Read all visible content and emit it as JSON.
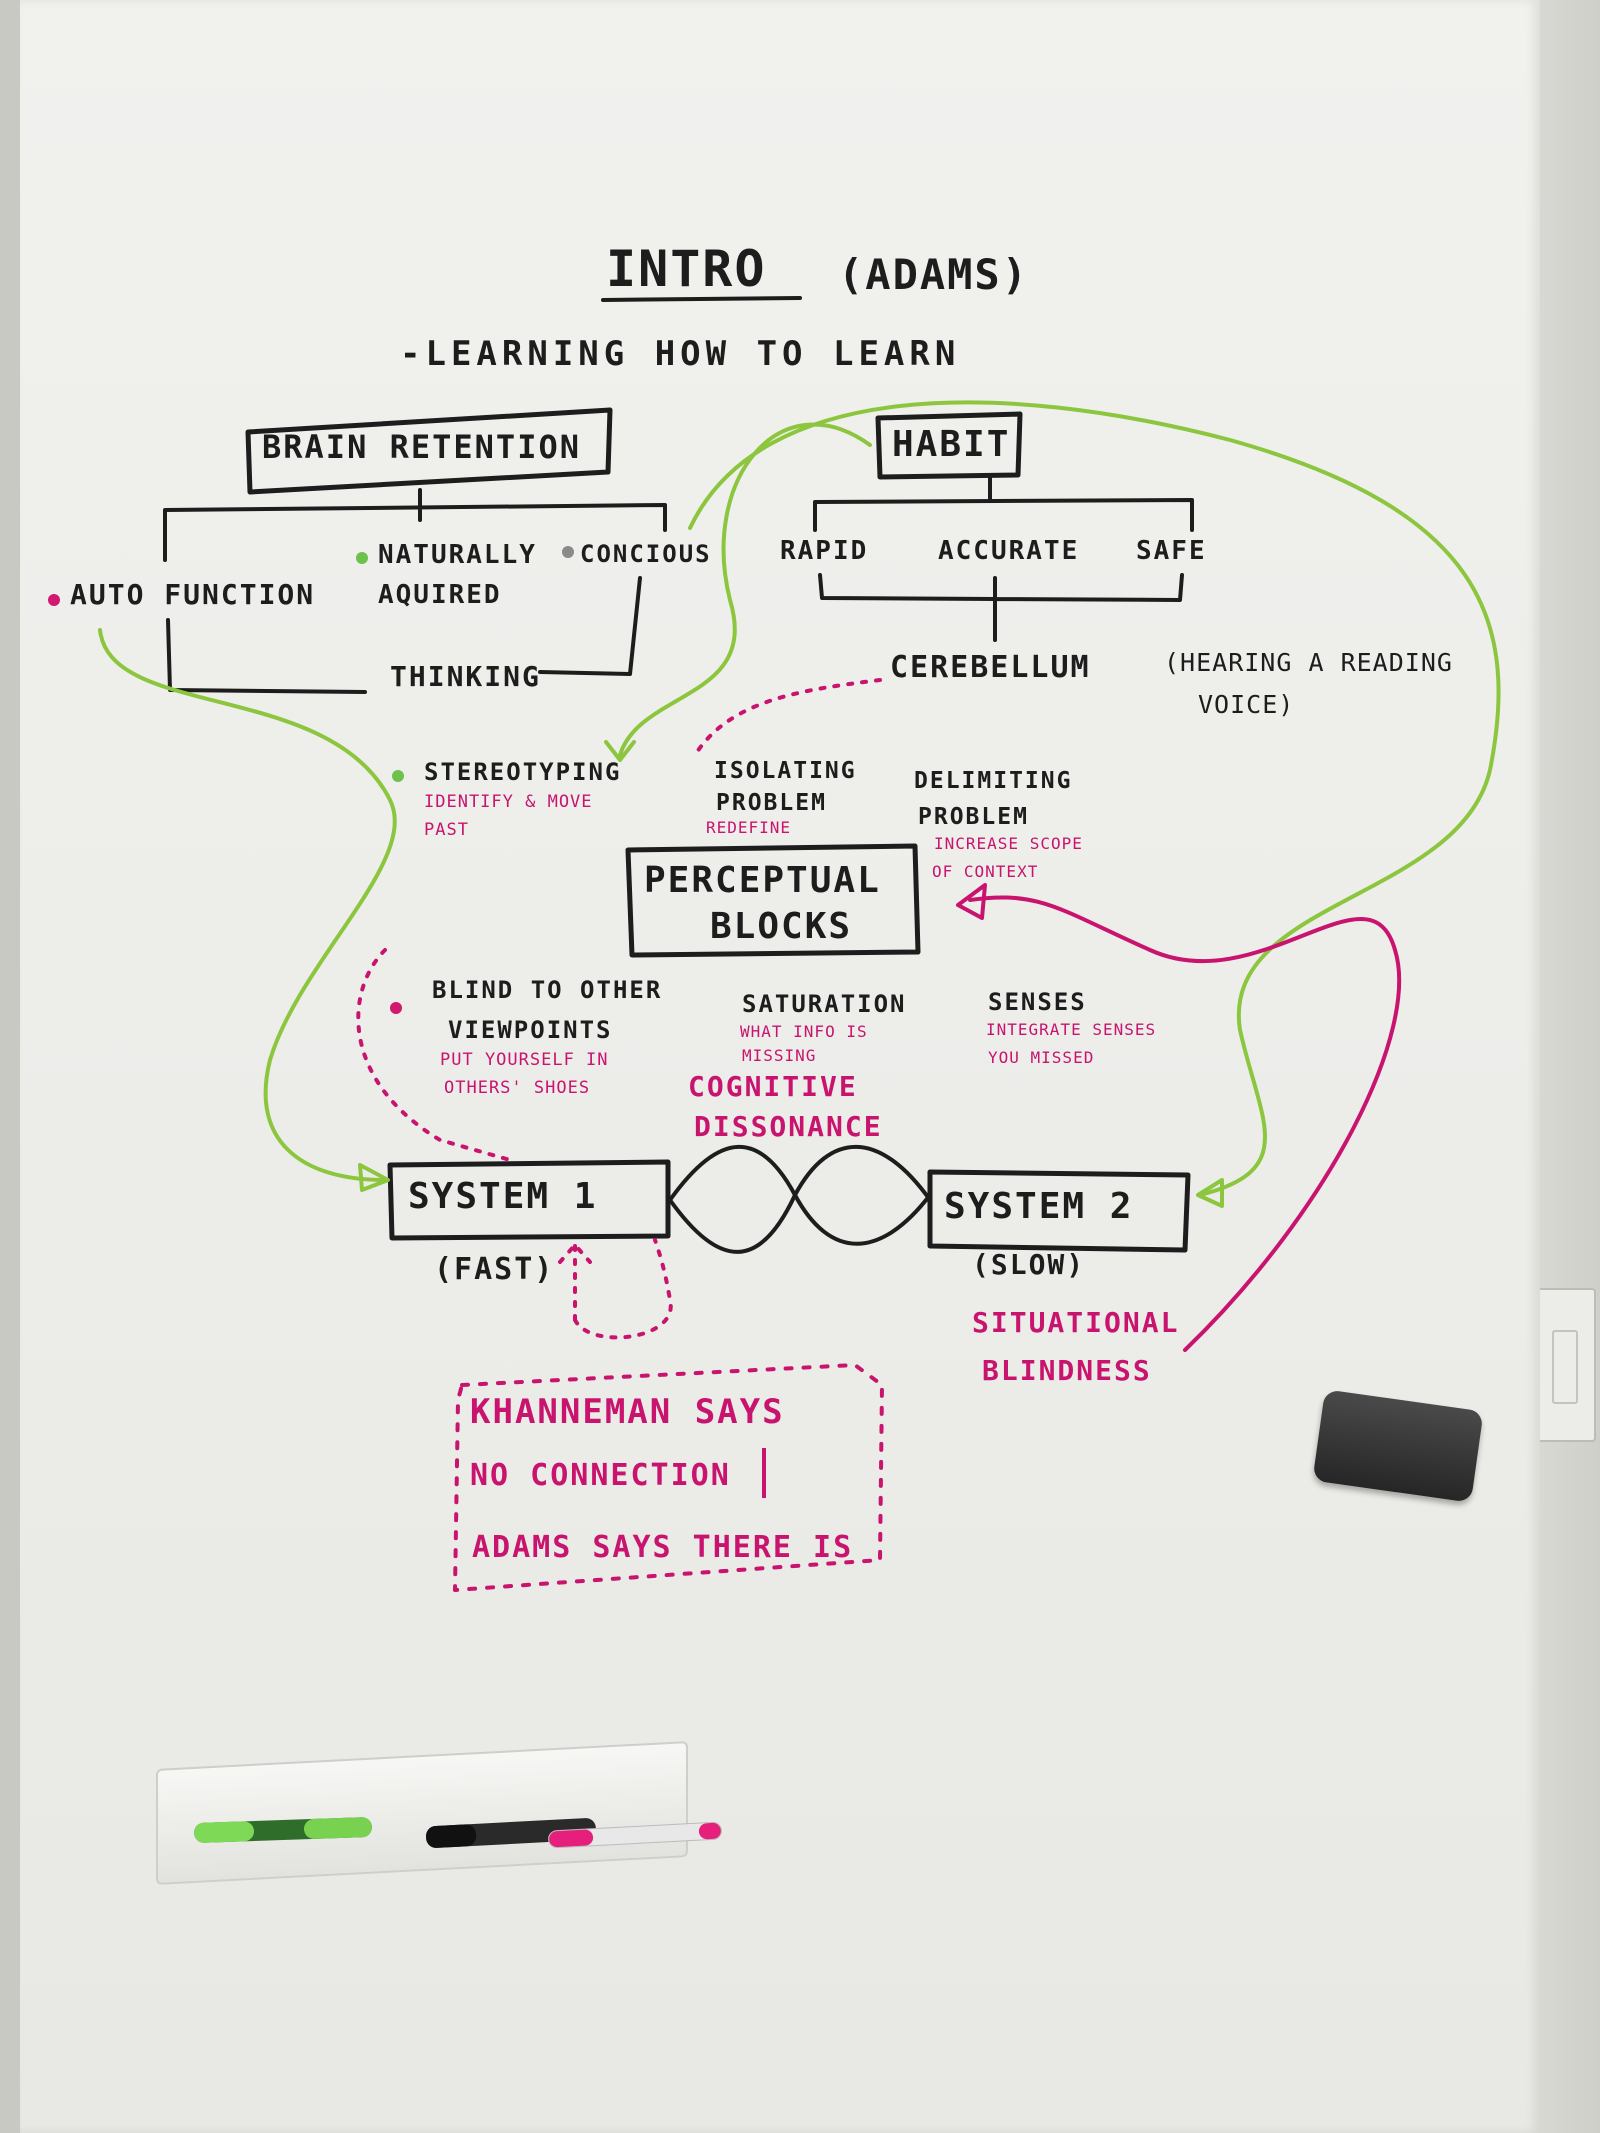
{
  "board": {
    "title": "INTRO",
    "title_suffix": "(ADAMS)",
    "subtitle": "-LEARNING HOW TO LEARN",
    "brain_retention": {
      "label": "BRAIN RETENTION",
      "auto_function": "AUTO FUNCTION",
      "naturally_line1": "NATURALLY",
      "naturally_line2": "AQUIRED",
      "concious": "CONCIOUS",
      "thinking": "THINKING"
    },
    "habit": {
      "label": "HABIT",
      "rapid": "RAPID",
      "accurate": "ACCURATE",
      "safe": "SAFE",
      "cerebellum": "CEREBELLUM",
      "hearing_line1": "(HEARING A READING",
      "hearing_line2": "VOICE)"
    },
    "perceptual_blocks": {
      "label_line1": "PERCEPTUAL",
      "label_line2": "BLOCKS",
      "stereotyping": "STEREOTYPING",
      "stereotyping_note_line1": "IDENTIFY & MOVE",
      "stereotyping_note_line2": "PAST",
      "isolating_line1": "ISOLATING",
      "isolating_line2": "PROBLEM",
      "isolating_note": "REDEFINE",
      "delimiting_line1": "DELIMITING",
      "delimiting_line2": "PROBLEM",
      "delimiting_note_line1": "INCREASE SCOPE",
      "delimiting_note_line2": "OF CONTEXT",
      "blind_line1": "BLIND TO OTHER",
      "blind_line2": "VIEWPOINTS",
      "blind_note_line1": "PUT YOURSELF IN",
      "blind_note_line2": "OTHERS' SHOES",
      "saturation": "SATURATION",
      "saturation_note_line1": "WHAT INFO IS",
      "saturation_note_line2": "MISSING",
      "senses": "SENSES",
      "senses_note_line1": "INTEGRATE SENSES",
      "senses_note_line2": "YOU MISSED"
    },
    "systems": {
      "system1": "SYSTEM 1",
      "system1_sub": "(FAST)",
      "system2": "SYSTEM 2",
      "system2_sub": "(SLOW)",
      "cognitive_line1": "COGNITIVE",
      "cognitive_line2": "DISSONANCE",
      "situational_line1": "SITUATIONAL",
      "situational_line2": "BLINDNESS"
    },
    "note": {
      "line1": "KHANNEMAN SAYS",
      "line2": "NO CONNECTION",
      "line3": "ADAMS SAYS THERE IS"
    }
  },
  "colors": {
    "board": "#eeeeeb",
    "ink_black": "#1d1d1d",
    "ink_green": "#8cc63f",
    "ink_pink": "#c8146e",
    "eraser": "#2e2e2e"
  },
  "icons": [
    "eraser-icon",
    "marker-green-icon",
    "marker-black-icon",
    "marker-pink-icon"
  ]
}
